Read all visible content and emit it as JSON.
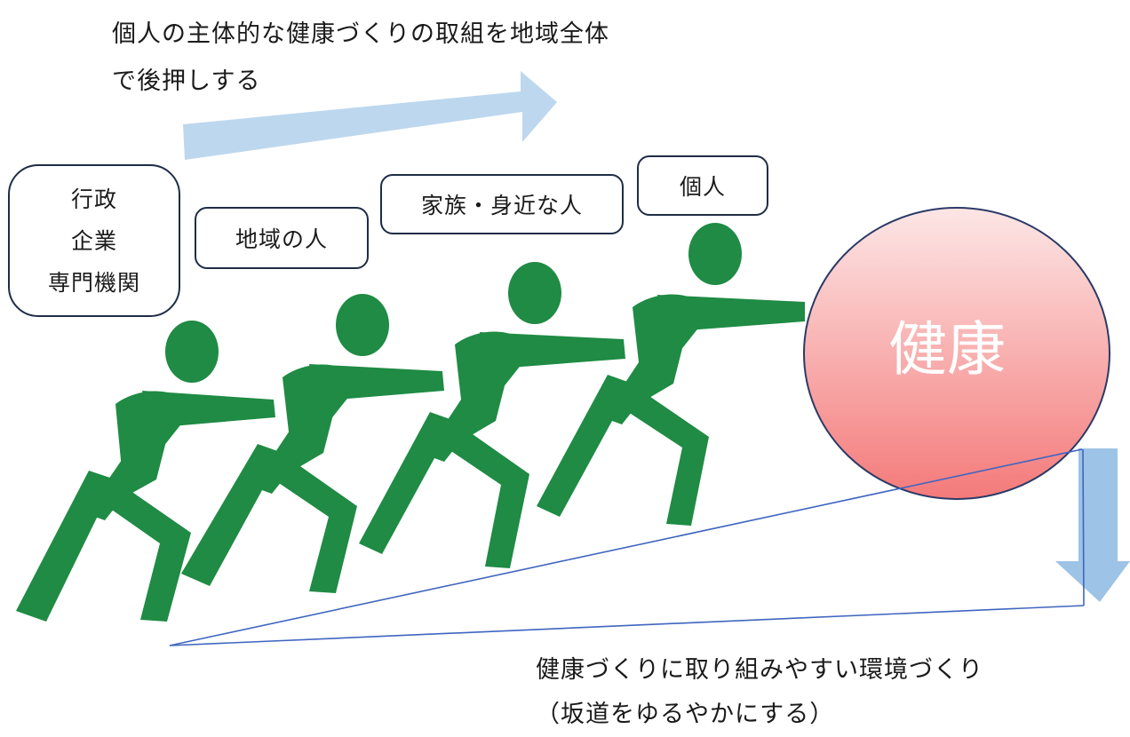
{
  "heading": {
    "line1": "個人の主体的な健康づくりの取組を地域全体",
    "line2": "で後押しする"
  },
  "boxes": {
    "government": [
      "行政",
      "企業",
      "専門機関"
    ],
    "community": "地域の人",
    "family": "家族・身近な人",
    "individual": "個人"
  },
  "ball_label": "健康",
  "footer": {
    "line1": "健康づくりに取り組みやすい環境づくり",
    "line2": "（坂道をゆるやかにする）"
  },
  "colors": {
    "figure": "#1f8b44",
    "arrow": "#a6c8e8",
    "slope_line": "#3a5fb5",
    "ball_fill_top": "#fde0e0",
    "ball_fill_bottom": "#f47f7f",
    "ball_border": "#2b3a67"
  }
}
